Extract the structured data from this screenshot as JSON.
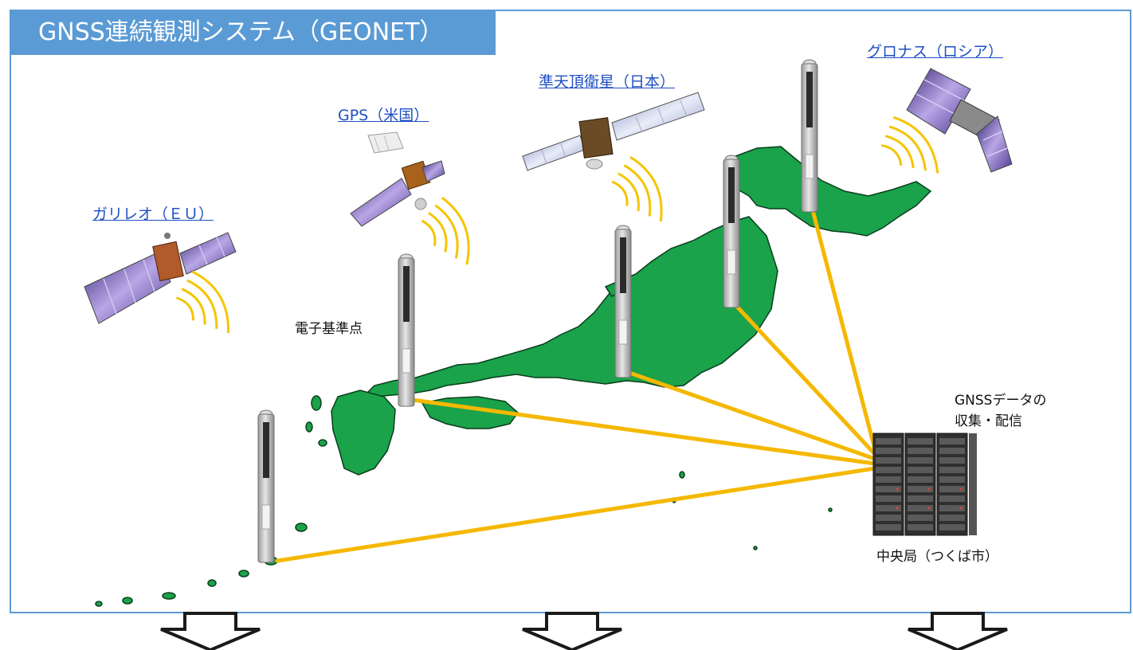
{
  "title": "GNSS連続観測システム（GEONET）",
  "satellites": [
    {
      "label": "ガリレオ（ＥＵ）",
      "icon": "galileo-satellite-icon"
    },
    {
      "label": "GPS（米国）",
      "icon": "gps-satellite-icon"
    },
    {
      "label": "準天頂衛星（日本）",
      "icon": "qzss-satellite-icon"
    },
    {
      "label": "グロナス（ロシア）",
      "icon": "glonass-satellite-icon"
    }
  ],
  "station_label": "電子基準点",
  "center": {
    "role_line1": "GNSSデータの",
    "role_line2": "収集・配信",
    "name": "中央局（つくば市）"
  },
  "colors": {
    "frame": "#5b9bd5",
    "land": "#1aa34a",
    "link_line": "#f5b800",
    "signal_wave": "#f5c400",
    "link_text": "#1f4fc4"
  }
}
